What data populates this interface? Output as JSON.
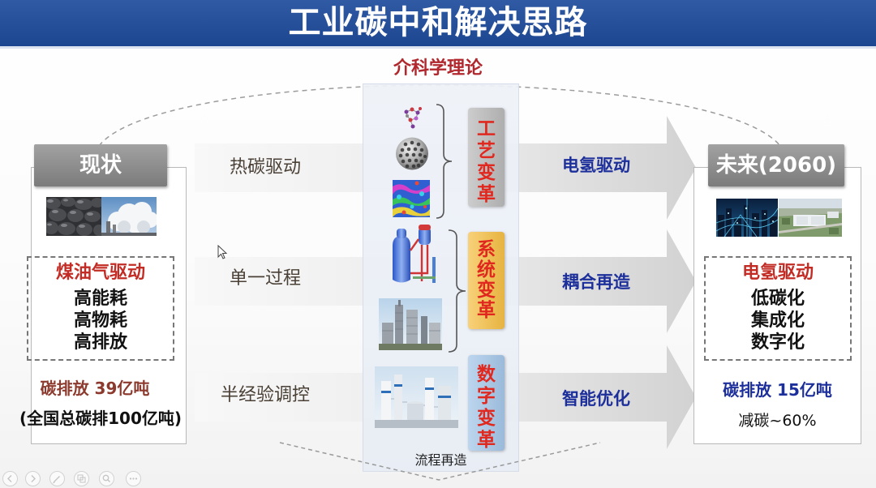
{
  "slide": {
    "title": "工业碳中和解决思路",
    "theory_label": "介科学理论",
    "bottom_label": "流程再造"
  },
  "current": {
    "header": "现状",
    "drive": "煤油气驱动",
    "traits": [
      "高能耗",
      "高物耗",
      "高排放"
    ],
    "emission": "碳排放 39亿吨",
    "national_total": "(全国总碳排100亿吨)",
    "images": [
      "coal-photo",
      "smokestack-photo"
    ]
  },
  "future": {
    "header": "未来(2060)",
    "drive": "电氢驱动",
    "traits": [
      "低碳化",
      "集成化",
      "数字化"
    ],
    "emission": "碳排放 15亿吨",
    "reduction": "减碳~60%",
    "images": [
      "smart-city-photo",
      "industrial-park-photo"
    ]
  },
  "transitions": [
    {
      "from": "热碳驱动",
      "to": "电氢驱动"
    },
    {
      "from": "单一过程",
      "to": "耦合再造"
    },
    {
      "from": "半经验调控",
      "to": "智能优化"
    }
  ],
  "changes": [
    {
      "label": "工艺变革",
      "color": "#b9b9b9",
      "images": [
        "molecule-image",
        "porous-sphere-image",
        "microstructure-image"
      ]
    },
    {
      "label": "系统变革",
      "color": "#f5bf45",
      "images": [
        "reactor-image",
        "factory-photo"
      ]
    },
    {
      "label": "数字变革",
      "color": "#a4c6e8",
      "images": [
        "digital-plant-photo"
      ]
    }
  ],
  "player_controls": [
    "previous-slide-icon",
    "next-slide-icon",
    "pen-icon",
    "slides-icon",
    "zoom-icon",
    "more-options-icon"
  ],
  "colors": {
    "banner": "#1f4c9c",
    "theory_text": "#b0282e",
    "drive_text": "#c22c25",
    "change_text": "#e0281f",
    "future_text": "#1d2f9a",
    "current_emission": "#8c3a2e",
    "row_from_text": "#4a4036"
  }
}
